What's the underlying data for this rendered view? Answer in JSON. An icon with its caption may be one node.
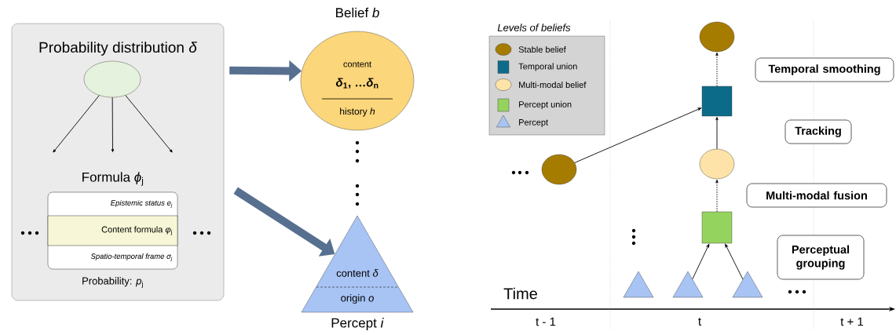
{
  "diagram": {
    "nodes": [
      {
        "text": [
          "Probability distribution *δ*"
        ]
      },
      {
        "text": [],
        "shape": "ellipse",
        "in": 0
      },
      {
        "text": [
          "Formula *ϕ*$_{j}$",
          "Probability: *p*$_{j}$"
        ],
        "in": 0
      },
      {
        "text": [
          "Epistemic status *e*$_{j}$"
        ],
        "in": 2
      },
      {
        "text": [
          "Content formula *φ*$_{j}$"
        ],
        "in": 2
      },
      {
        "text": [
          "Spatio-temporal frame *σ*$_{j}$"
        ],
        "in": 2
      },
      {
        "text": [
          "Belief *b*",
          "content",
          "*δ*$_{1}$, …*δ*$_{n}$",
          "history *h*"
        ]
      },
      {
        "text": [
          "content *δ*",
          "origin *o*",
          "Percept *i*"
        ]
      },
      {
        "text": [],
        "shape": "circle"
      },
      {
        "text": [
          "Temporal smoothing"
        ]
      },
      {
        "text": [],
        "shape": "box"
      },
      {
        "text": [
          "Tracking"
        ]
      },
      {
        "text": [],
        "shape": "circle"
      },
      {
        "text": [],
        "shape": "circle"
      },
      {
        "text": [
          "Multi-modal fusion"
        ]
      },
      {
        "text": [],
        "shape": "box"
      },
      {
        "text": [
          "Perceptual grouping"
        ]
      },
      {
        "text": [],
        "shape": "triangle"
      },
      {
        "text": [],
        "shape": "triangle"
      },
      {
        "text": [],
        "shape": "triangle"
      }
    ],
    "edges": [
      {
        "from": 0,
        "to": 6,
        "arrow": "to",
        "style": "thick",
        "color": "#587090"
      },
      {
        "from": 0,
        "to": 7,
        "arrow": "to",
        "style": "thick",
        "color": "#587090"
      },
      {
        "from": 1,
        "to": null,
        "arrow": "to"
      },
      {
        "from": 1,
        "to": 2,
        "arrow": "to"
      },
      {
        "from": 1,
        "to": null,
        "arrow": "to"
      },
      {
        "from": 12,
        "to": 10,
        "arrow": "to"
      },
      {
        "from": 13,
        "to": 10,
        "arrow": "to"
      },
      {
        "from": 10,
        "to": 8,
        "arrow": "to",
        "style": "dashed"
      },
      {
        "from": 15,
        "to": 13,
        "arrow": "to",
        "style": "dashed"
      },
      {
        "from": 18,
        "to": 15,
        "arrow": "to"
      },
      {
        "from": 19,
        "to": 15,
        "arrow": "to"
      }
    ],
    "labels": [
      "Levels of beliefs",
      "Time",
      "t - 1",
      "t",
      "t + 1"
    ],
    "legend": [
      {
        "text": "Stable belief"
      },
      {
        "text": "Temporal union"
      },
      {
        "text": "Multi-modal belief"
      },
      {
        "text": "Percept union"
      },
      {
        "text": "Percept"
      }
    ]
  }
}
